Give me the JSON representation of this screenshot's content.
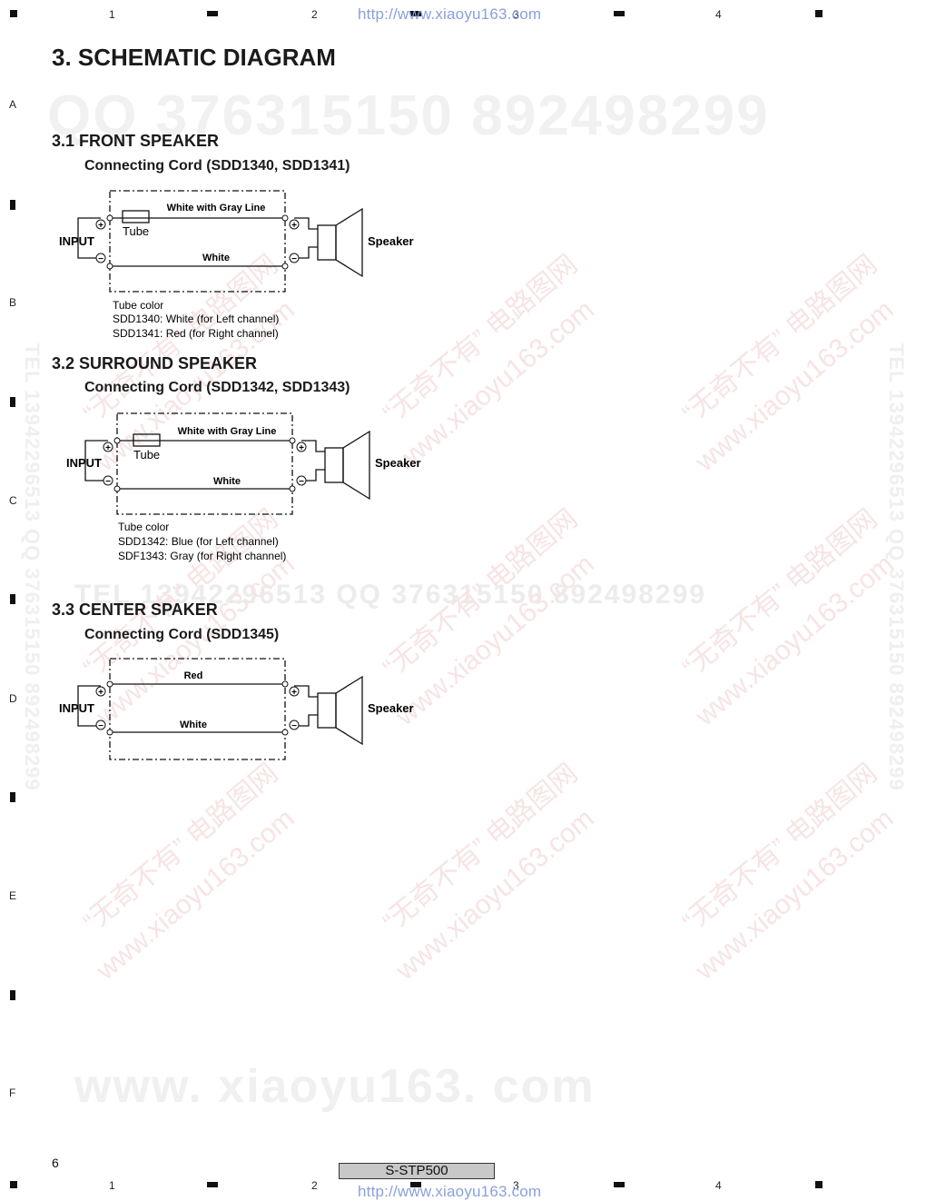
{
  "header": {
    "url": "http://www.xiaoyu163.com",
    "col_numbers": [
      "1",
      "2",
      "3",
      "4"
    ]
  },
  "row_letters": [
    "A",
    "B",
    "C",
    "D",
    "E",
    "F"
  ],
  "title": "3. SCHEMATIC DIAGRAM",
  "watermarks": {
    "qq_line": "QQ 376315150   892498299",
    "middle_line": "TEL 13942296513   QQ 376315150  892498299",
    "vertical_left": "TEL 13942296513  QQ 376315150  892498299",
    "vertical_right": "TEL 13942296513  QQ 376315150  892498299",
    "site_cn": "“无奇不有” 电路图网",
    "site_url": "www.xiaoyu163.com",
    "bottom": "www. xiaoyu163. com"
  },
  "sections": [
    {
      "heading": "3.1 FRONT SPEAKER",
      "subheading": "Connecting Cord (SDD1340, SDD1341)",
      "input_label": "INPUT",
      "speaker_label": "Speaker",
      "top_wire_label": "White with Gray Line",
      "bottom_wire_label": "White",
      "tube_label": "Tube",
      "plus_symbol": "+",
      "minus_symbol": "−",
      "notes": [
        "Tube color",
        "SDD1340: White (for Left channel)",
        "SDD1341: Red (for Right channel)"
      ]
    },
    {
      "heading": "3.2 SURROUND SPEAKER",
      "subheading": "Connecting Cord (SDD1342, SDD1343)",
      "input_label": "INPUT",
      "speaker_label": "Speaker",
      "top_wire_label": "White with Gray Line",
      "bottom_wire_label": "White",
      "tube_label": "Tube",
      "plus_symbol": "+",
      "minus_symbol": "−",
      "notes": [
        "Tube color",
        "SDD1342: Blue (for Left channel)",
        "SDF1343: Gray (for Right channel)"
      ]
    },
    {
      "heading": "3.3 CENTER SPAKER",
      "subheading": "Connecting Cord (SDD1345)",
      "input_label": "INPUT",
      "speaker_label": "Speaker",
      "top_wire_label": "Red",
      "bottom_wire_label": "White",
      "plus_symbol": "+",
      "minus_symbol": "−"
    }
  ],
  "footer": {
    "page_number": "6",
    "model": "S-STP500",
    "url": "http://www.xiaoyu163.com"
  }
}
